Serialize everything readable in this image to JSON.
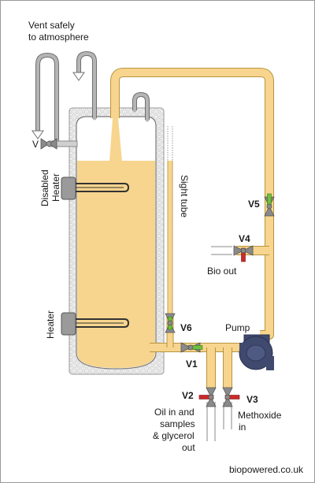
{
  "labels": {
    "vent_line1": "Vent safely",
    "vent_line2": "to atmosphere",
    "disabled_heater_line1": "Disabled",
    "disabled_heater_line2": "Heater",
    "heater": "Heater",
    "sight_tube": "Sight tube",
    "pump": "Pump",
    "bio_out": "Bio out",
    "oil_line1": "Oil in and",
    "oil_line2": "samples",
    "oil_line3": "& glycerol",
    "oil_line4": "out",
    "methoxide_line1": "Methoxide",
    "methoxide_line2": "in",
    "credit": "biopowered.co.uk",
    "vent_valve": "V"
  },
  "valves": {
    "v1": "V1",
    "v2": "V2",
    "v3": "V3",
    "v4": "V4",
    "v5": "V5",
    "v6": "V6"
  },
  "colors": {
    "oil": "#f7d58e",
    "pipe_outline": "#b8953e",
    "insulation": "#e7e7e7",
    "tank_outline": "#7a7a7a",
    "pump": "#3f4a6e",
    "valve_grey": "#8a8a8a",
    "valve_green": "#6fbf3c",
    "valve_red": "#cc2a2a",
    "line": "#555555"
  }
}
